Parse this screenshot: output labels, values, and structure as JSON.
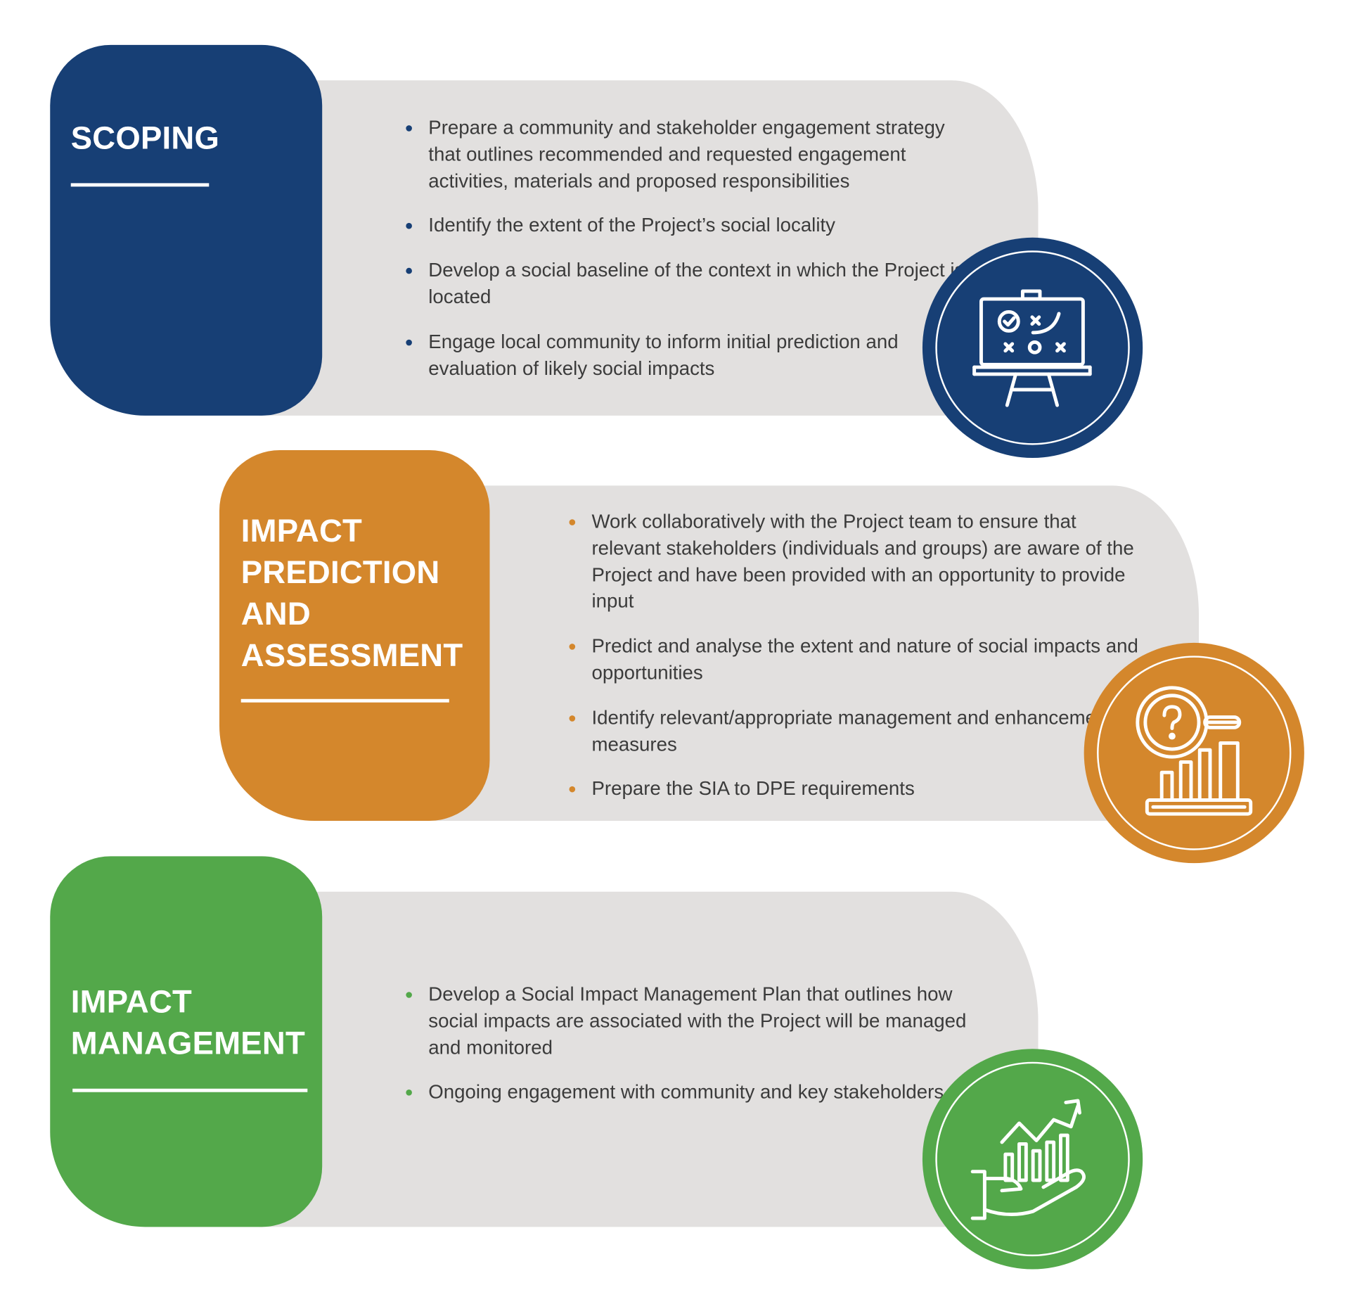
{
  "colors": {
    "navy": "#173f75",
    "orange": "#d4872c",
    "green": "#53a84a",
    "panel": "#e2e0df",
    "text": "#3b3b3b"
  },
  "sections": [
    {
      "title": "SCOPING",
      "color": "#173f75",
      "icon": "strategy-board-icon",
      "bullets": [
        "Prepare a community and stakeholder engagement strategy that outlines recommended and requested engagement activities, materials and proposed responsibilities",
        "Identify the extent of the Project’s social locality",
        "Develop a social baseline of the context in which the Project is located",
        "Engage local community to inform initial prediction and evaluation of likely social impacts"
      ]
    },
    {
      "title": "IMPACT\nPREDICTION\nAND\nASSESSMENT",
      "color": "#d4872c",
      "icon": "magnifier-bar-chart-icon",
      "bullets": [
        "Work collaboratively with the Project team to ensure that relevant stakeholders (individuals and groups) are aware of the Project and have been provided with an opportunity to provide input",
        "Predict and analyse the extent and nature of social impacts and opportunities",
        "Identify relevant/appropriate management and enhancement measures",
        "Prepare the SIA to DPE requirements"
      ]
    },
    {
      "title": "IMPACT\nMANAGEMENT",
      "color": "#53a84a",
      "icon": "hand-growth-chart-icon",
      "bullets": [
        "Develop a Social Impact Management Plan that outlines how social impacts are associated with the Project will be managed and monitored",
        "Ongoing engagement with community and key stakeholders"
      ]
    }
  ]
}
